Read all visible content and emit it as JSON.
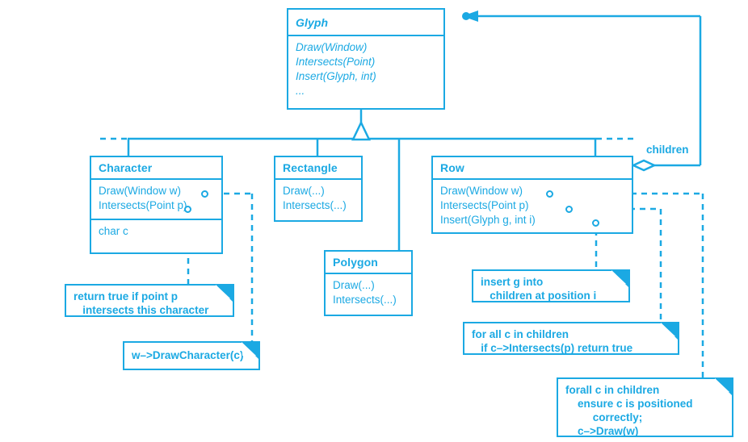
{
  "diagram": {
    "title": "Glyph Composite Class Diagram",
    "accent_color": "#1BA9E3",
    "background_color": "#FFFFFF"
  },
  "classes": [
    {
      "key": "glyph",
      "name": "Glyph",
      "abstract": true,
      "operations": [
        "Draw(Window)",
        "Intersects(Point)",
        "Insert(Glyph, int)",
        "..."
      ],
      "attributes": []
    },
    {
      "key": "character",
      "name": "Character",
      "abstract": false,
      "operations": [
        "Draw(Window w)",
        "Intersects(Point p)"
      ],
      "attributes": [
        "char c"
      ]
    },
    {
      "key": "rectangle",
      "name": "Rectangle",
      "abstract": false,
      "operations": [
        "Draw(...)",
        "Intersects(...)"
      ],
      "attributes": []
    },
    {
      "key": "polygon",
      "name": "Polygon",
      "abstract": false,
      "operations": [
        "Draw(...)",
        "Intersects(...)"
      ],
      "attributes": []
    },
    {
      "key": "row",
      "name": "Row",
      "abstract": false,
      "operations": [
        "Draw(Window w)",
        "Intersects(Point p)",
        "Insert(Glyph g, int i)"
      ],
      "attributes": []
    }
  ],
  "association": {
    "role_label": "children",
    "source": "Row",
    "target": "Glyph",
    "kind": "aggregation"
  },
  "notes": [
    {
      "key": "note-character-intersects",
      "lines": [
        "return true if point p",
        "   intersects this character"
      ],
      "attached_to": "Character.Intersects(Point p)"
    },
    {
      "key": "note-character-draw",
      "lines": [
        "w–>DrawCharacter(c)"
      ],
      "attached_to": "Character.Draw(Window w)"
    },
    {
      "key": "note-row-insert",
      "lines": [
        "insert g into",
        "   children at position i"
      ],
      "attached_to": "Row.Insert(Glyph g, int i)"
    },
    {
      "key": "note-row-intersects",
      "lines": [
        "for all c in children",
        "   if c–>Intersects(p) return true"
      ],
      "attached_to": "Row.Intersects(Point p)"
    },
    {
      "key": "note-row-draw",
      "lines": [
        "forall c in children",
        "    ensure c is positioned",
        "         correctly;",
        "    c–>Draw(w)"
      ],
      "attached_to": "Row.Draw(Window w)"
    }
  ]
}
